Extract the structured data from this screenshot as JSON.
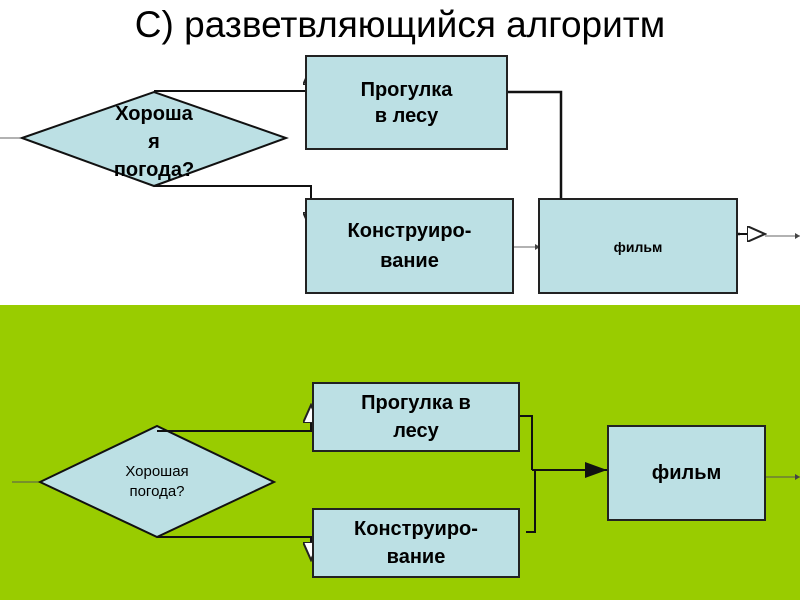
{
  "slide": {
    "title": "С) разветвляющийся алгоритм"
  },
  "diagram_top": {
    "condition": {
      "line1": "Хороша",
      "line2": "я",
      "line3": "погода?"
    },
    "branch_yes": {
      "line1": "Прогулка",
      "line2": "в лесу"
    },
    "branch_no": {
      "line1": "Конструиро-",
      "line2": "вание"
    },
    "result": {
      "label": "фильм"
    }
  },
  "diagram_bottom": {
    "condition": {
      "line1": "Хорошая",
      "line2": "погода?"
    },
    "branch_yes": {
      "line1": "Прогулка в",
      "line2": "лесу"
    },
    "branch_no": {
      "line1": "Конструиро-",
      "line2": "вание"
    },
    "result": {
      "label": "фильм"
    }
  },
  "colors": {
    "shape_fill": "#bce0e4",
    "panel_background": "#99cc00",
    "stroke": "#222222"
  }
}
